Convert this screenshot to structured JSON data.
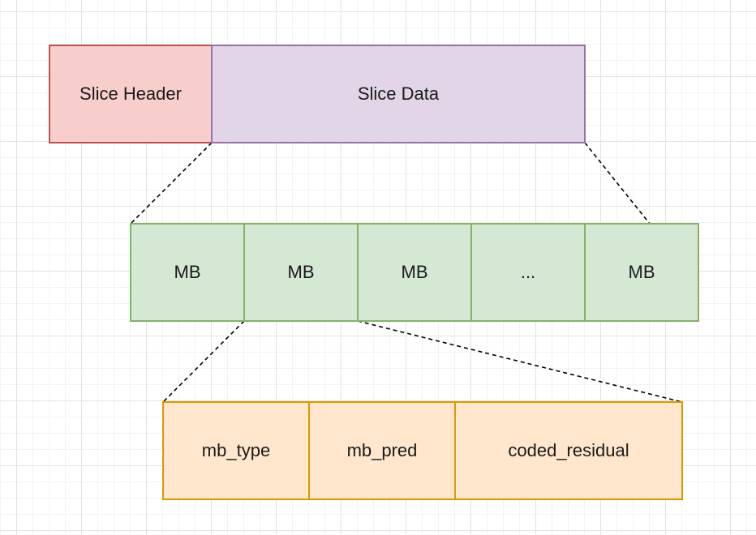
{
  "slice": {
    "header_label": "Slice Header",
    "data_label": "Slice Data"
  },
  "macroblocks": {
    "items": [
      {
        "label": "MB"
      },
      {
        "label": "MB"
      },
      {
        "label": "MB"
      },
      {
        "label": "..."
      },
      {
        "label": "MB"
      }
    ]
  },
  "mb_fields": {
    "items": [
      {
        "label": "mb_type"
      },
      {
        "label": "mb_pred"
      },
      {
        "label": "coded_residual"
      }
    ]
  },
  "colors": {
    "slice_header_fill": "#f8cecc",
    "slice_header_stroke": "#b85450",
    "slice_data_fill": "#e1d5e7",
    "slice_data_stroke": "#9673a6",
    "mb_fill": "#d5e8d4",
    "mb_stroke": "#82b366",
    "field_fill": "#ffe6cc",
    "field_stroke": "#d79b00"
  }
}
